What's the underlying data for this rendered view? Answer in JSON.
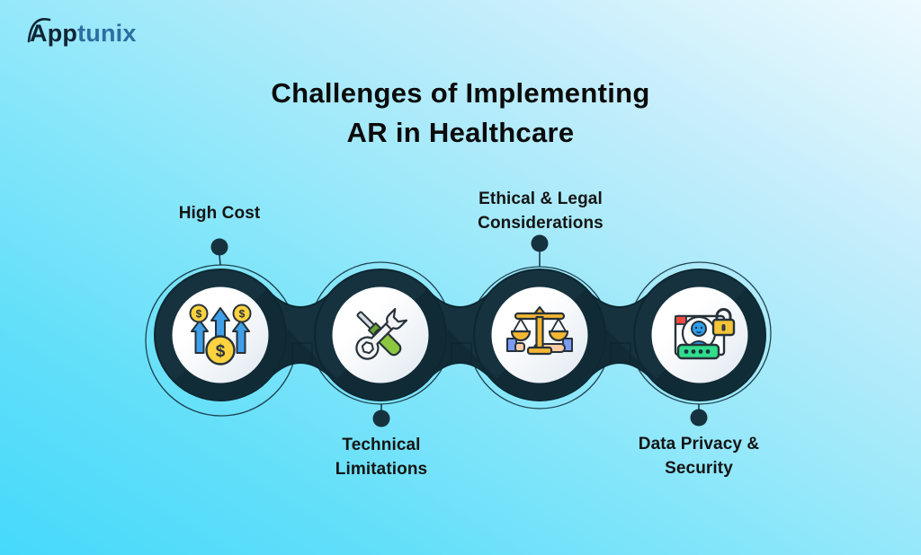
{
  "brand": {
    "name": "Apptunix",
    "logo_primary": "App",
    "logo_secondary": "tunix"
  },
  "title": {
    "line1": "Challenges of Implementing",
    "line2": "AR in Healthcare"
  },
  "challenges": [
    {
      "label": "High Cost",
      "icon": "rising-cost-icon",
      "label_position": "top"
    },
    {
      "label": "Technical Limitations",
      "icon": "tools-icon",
      "label_position": "bottom"
    },
    {
      "label": "Ethical & Legal Considerations",
      "icon": "balance-scale-icon",
      "label_position": "top"
    },
    {
      "label": "Data Privacy & Security",
      "icon": "privacy-lock-icon",
      "label_position": "bottom"
    }
  ],
  "icons": {
    "dollar": "$"
  },
  "colors": {
    "background_start": "#46d9fb",
    "background_end": "#eefafe",
    "node_dark": "#16323e",
    "node_shadow": "#0f2a35",
    "arrow_blue": "#3f9fe8",
    "coin_yellow": "#ffd23f",
    "tool_green": "#8dc63f",
    "scale_gold": "#f5b731",
    "lock_yellow": "#f6c437",
    "password_green": "#31dd8b",
    "logo_primary_color": "#0f2535",
    "logo_secondary_color": "#2d6d9f"
  }
}
